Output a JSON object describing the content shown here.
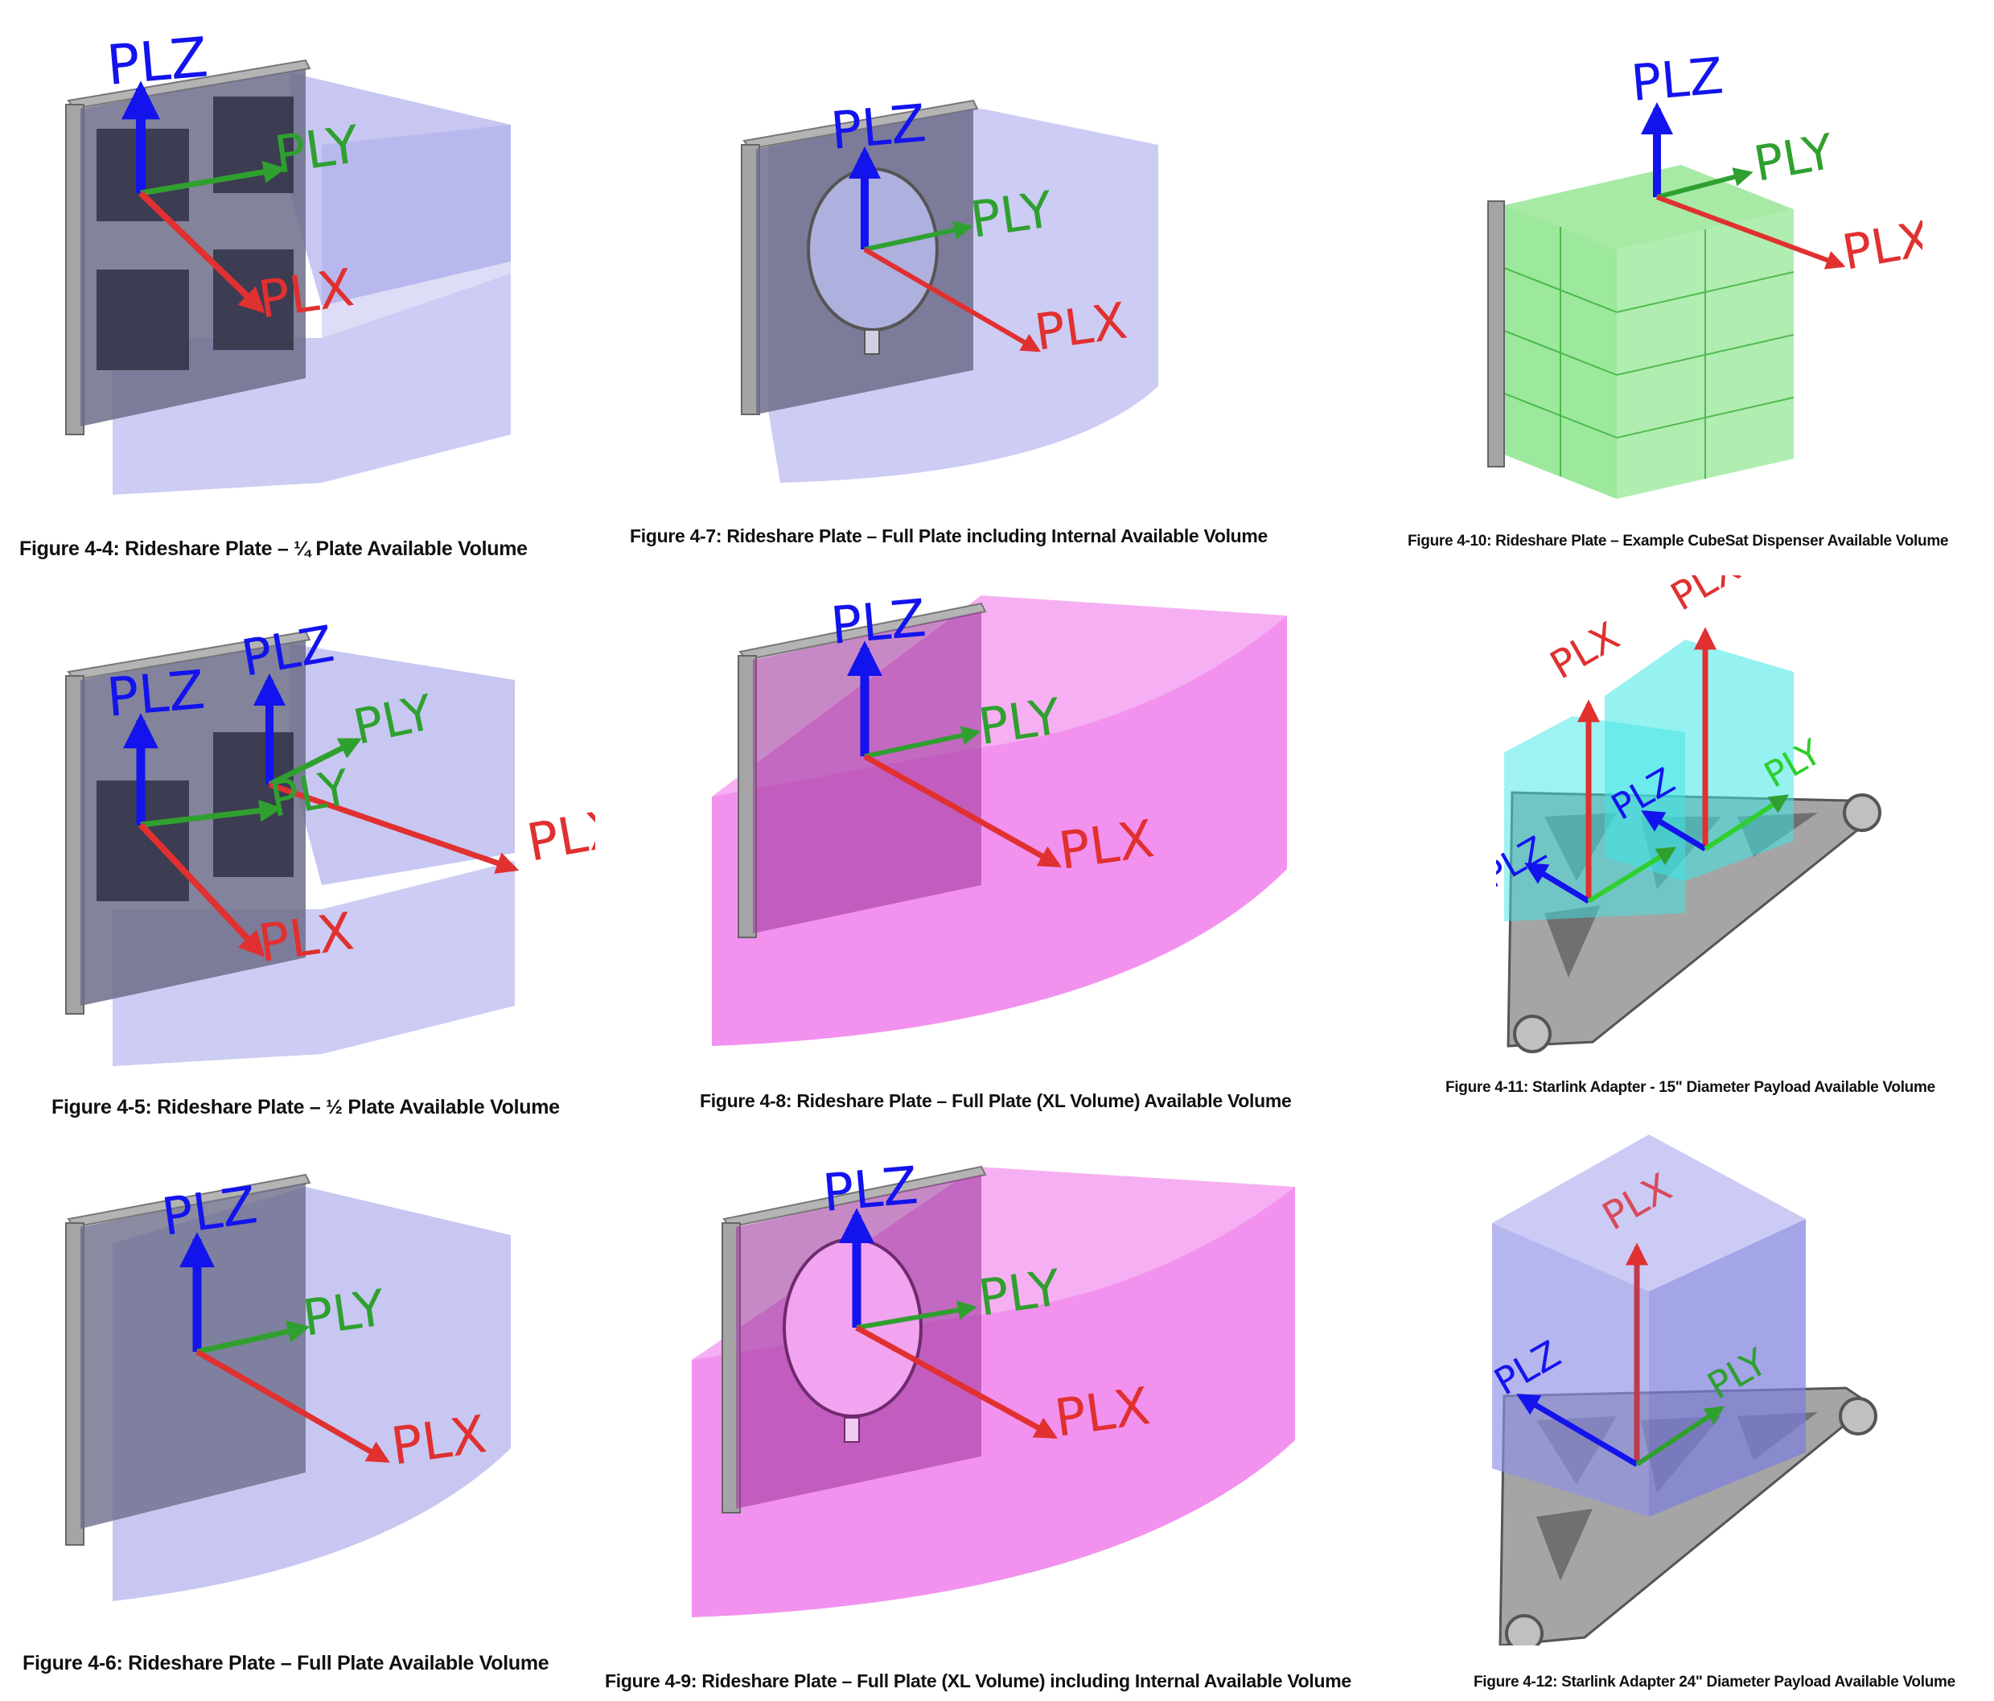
{
  "axes": {
    "x": "PLX",
    "y": "PLY",
    "z": "PLZ"
  },
  "colors": {
    "volume_blue": "#8f8fe6",
    "volume_magenta": "#ee6ee8",
    "volume_green": "#39d13a",
    "volume_cyan": "#3fe6e6",
    "plate_gray": "#9c9c9c",
    "axis_x": "#e03030",
    "axis_y": "#2fa02f",
    "axis_z": "#1313ee"
  },
  "figures": [
    {
      "id": "4-4",
      "caption": "Figure 4-4: Rideshare Plate – ¼ Plate Available Volume"
    },
    {
      "id": "4-7",
      "caption": "Figure 4-7: Rideshare Plate – Full Plate including Internal Available Volume"
    },
    {
      "id": "4-10",
      "caption": "Figure 4-10: Rideshare Plate – Example CubeSat Dispenser Available Volume"
    },
    {
      "id": "4-5",
      "caption": "Figure 4-5: Rideshare Plate – ½ Plate Available Volume"
    },
    {
      "id": "4-8",
      "caption": "Figure 4-8: Rideshare Plate – Full Plate (XL Volume) Available Volume"
    },
    {
      "id": "4-11",
      "caption": "Figure 4-11: Starlink Adapter - 15\" Diameter Payload Available Volume"
    },
    {
      "id": "4-6",
      "caption": "Figure 4-6: Rideshare Plate – Full Plate Available Volume"
    },
    {
      "id": "4-9",
      "caption": "Figure 4-9: Rideshare Plate – Full Plate (XL Volume) including Internal Available Volume"
    },
    {
      "id": "4-12",
      "caption": "Figure 4-12: Starlink Adapter 24\" Diameter Payload Available Volume"
    }
  ]
}
